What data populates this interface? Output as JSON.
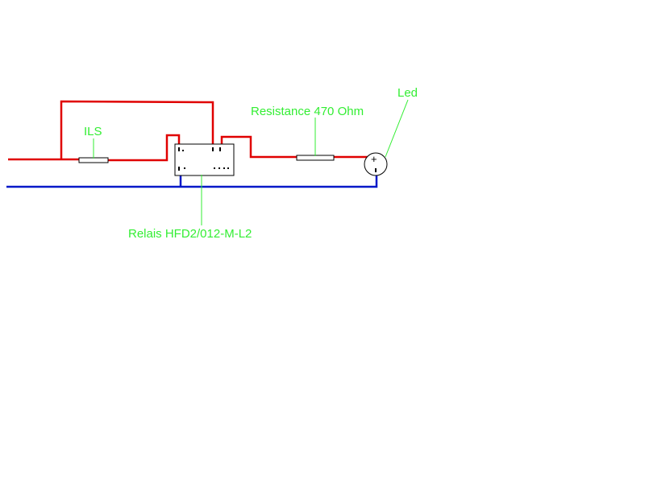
{
  "colors": {
    "positive_wire": "#e00000",
    "negative_wire": "#0018c8",
    "label": "#33ee33",
    "component_outline": "#000000",
    "background": "#ffffff"
  },
  "labels": {
    "ils": "ILS",
    "relay": "Relais HFD2/012-M-L2",
    "resistor": "Resistance 470 Ohm",
    "led": "Led"
  },
  "led": {
    "polarity_mark": "+"
  }
}
